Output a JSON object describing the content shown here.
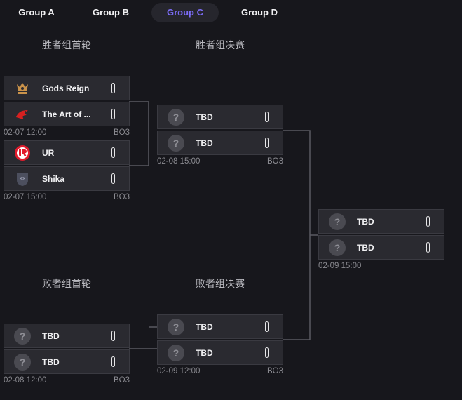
{
  "tabs": [
    {
      "label": "Group A",
      "active": false
    },
    {
      "label": "Group B",
      "active": false
    },
    {
      "label": "Group C",
      "active": true
    },
    {
      "label": "Group D",
      "active": false
    }
  ],
  "rounds": {
    "upper_r1": "胜者组首轮",
    "upper_final": "胜者组决赛",
    "lower_r1": "败者组首轮",
    "lower_final": "败者组决赛"
  },
  "matches": {
    "ub1": {
      "teams": [
        {
          "name": "Gods Reign",
          "logo": "gods-reign-logo"
        },
        {
          "name": "The Art of ...",
          "logo": "dragon-logo"
        }
      ],
      "date": "02-07 12:00",
      "format": "BO3"
    },
    "ub2": {
      "teams": [
        {
          "name": "UR",
          "logo": "ur-logo"
        },
        {
          "name": "Shika",
          "logo": "shield-logo"
        }
      ],
      "date": "02-07 15:00",
      "format": "BO3"
    },
    "ubf": {
      "teams": [
        {
          "name": "TBD",
          "logo": "question-icon"
        },
        {
          "name": "TBD",
          "logo": "question-icon"
        }
      ],
      "date": "02-08 15:00",
      "format": "BO3"
    },
    "gf": {
      "teams": [
        {
          "name": "TBD",
          "logo": "question-icon"
        },
        {
          "name": "TBD",
          "logo": "question-icon"
        }
      ],
      "date": "02-09 15:00",
      "format": ""
    },
    "lb1": {
      "teams": [
        {
          "name": "TBD",
          "logo": "question-icon"
        },
        {
          "name": "TBD",
          "logo": "question-icon"
        }
      ],
      "date": "02-08 12:00",
      "format": "BO3"
    },
    "lbf": {
      "teams": [
        {
          "name": "TBD",
          "logo": "question-icon"
        },
        {
          "name": "TBD",
          "logo": "question-icon"
        }
      ],
      "date": "02-09 12:00",
      "format": "BO3"
    }
  },
  "colors": {
    "background": "#17171c",
    "card": "#2a2a30",
    "accent": "#7b6cf6",
    "connector": "#5a5a62"
  }
}
